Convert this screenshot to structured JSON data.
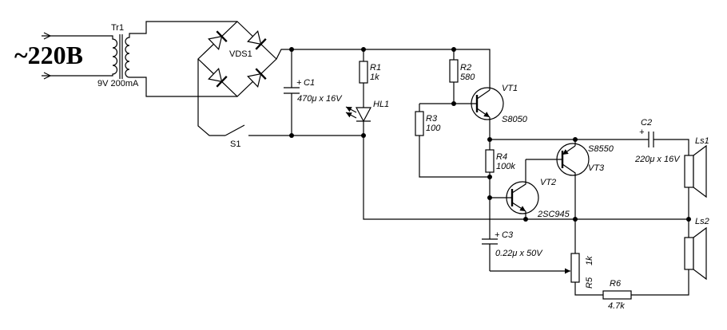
{
  "mains_label": "~220B",
  "transformer": {
    "ref": "Tr1",
    "rating": "9V 200mA"
  },
  "bridge": {
    "ref": "VDS1"
  },
  "switch": {
    "ref": "S1"
  },
  "C1": {
    "polarity": "+",
    "ref": "C1",
    "value": "470μ x 16V"
  },
  "R1": {
    "ref": "R1",
    "value": "1k"
  },
  "HL1": {
    "ref": "HL1"
  },
  "R2": {
    "ref": "R2",
    "value": "580"
  },
  "VT1": {
    "ref": "VT1",
    "part": "S8050"
  },
  "R3": {
    "ref": "R3",
    "value": "100"
  },
  "R4": {
    "ref": "R4",
    "value": "100k"
  },
  "VT3": {
    "ref": "VT3",
    "part": "S8550"
  },
  "VT2": {
    "ref": "VT2",
    "part": "2SC945"
  },
  "C2": {
    "ref": "C2",
    "polarity": "+",
    "value": "220μ x 16V"
  },
  "Ls1": {
    "ref": "Ls1"
  },
  "Ls2": {
    "ref": "Ls2"
  },
  "C3": {
    "polarity": "+",
    "ref": "C3",
    "value": "0.22μ x 50V"
  },
  "R5": {
    "ref": "R5",
    "value": "1k"
  },
  "R6": {
    "ref": "R6",
    "value": "4.7k"
  }
}
